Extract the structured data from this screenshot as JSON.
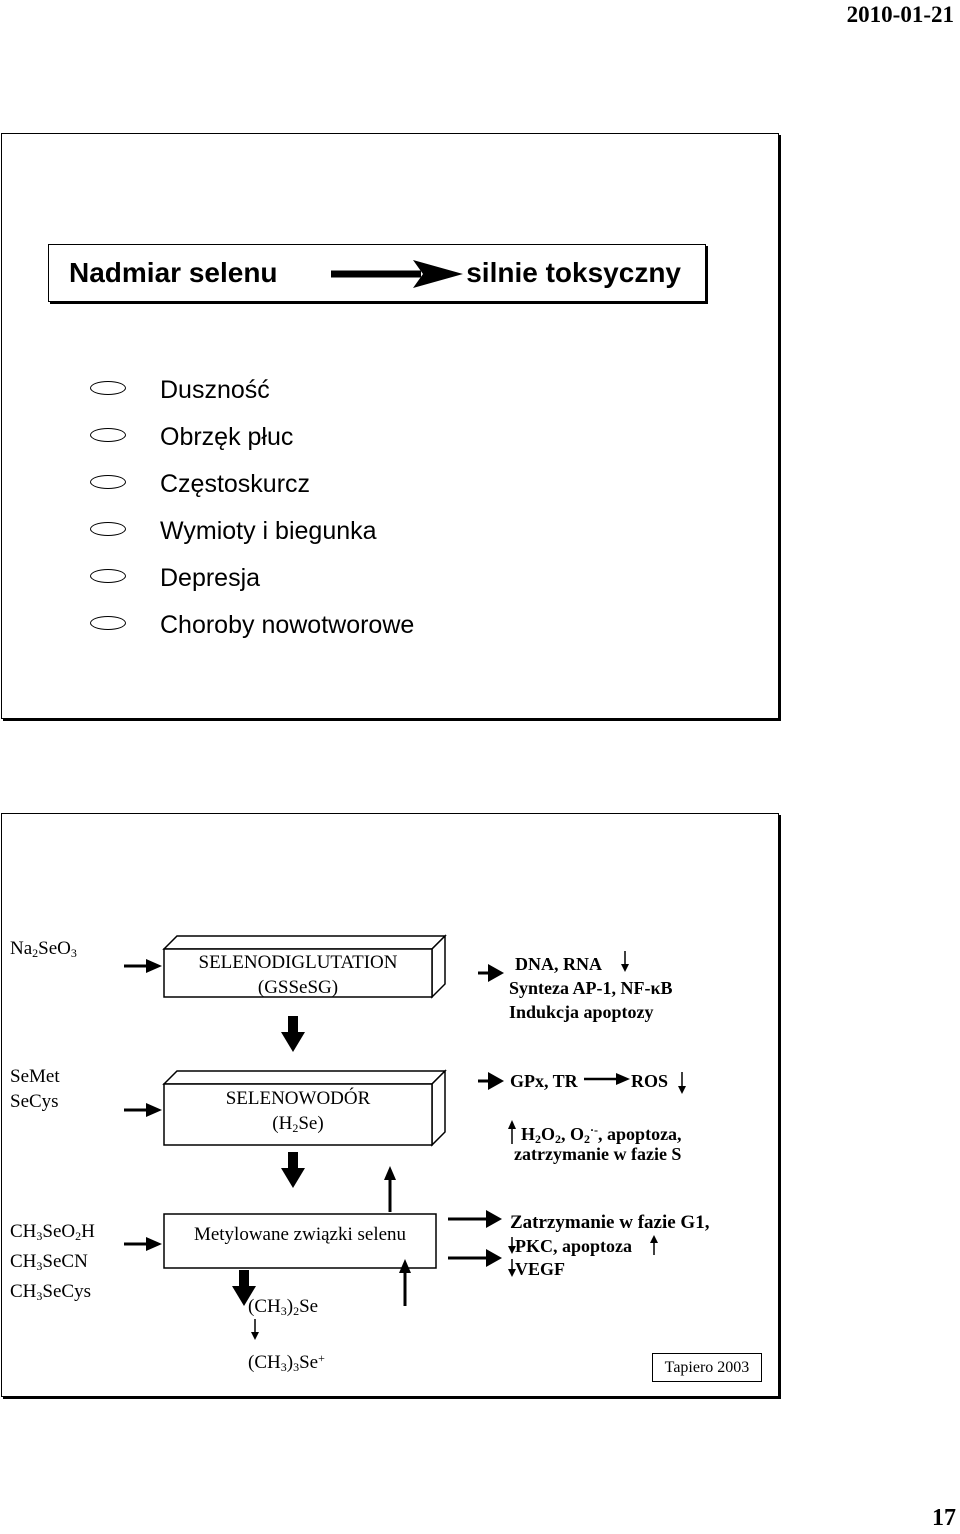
{
  "header": {
    "date": "2010-01-21"
  },
  "footer": {
    "page_number": "17"
  },
  "slide1": {
    "title_left": "Nadmiar selenu",
    "title_right": "silnie toksyczny",
    "symptoms": [
      "Duszność",
      "Obrzęk płuc",
      "Częstoskurcz",
      "Wymioty i biegunka",
      "Depresja",
      "Choroby nowotworowe"
    ]
  },
  "slide2": {
    "compounds": {
      "na2seo3_a": "Na",
      "na2seo3_b": "2",
      "na2seo3_c": "SeO",
      "na2seo3_d": "3",
      "semet": "SeMet",
      "secys": "SeCys",
      "ch3seo2h": [
        "CH",
        "3",
        "SeO",
        "2",
        "H"
      ],
      "ch3secn": [
        "CH",
        "3",
        "SeCN"
      ],
      "ch3secys": [
        "CH",
        "3",
        "SeCys"
      ]
    },
    "boxes": {
      "box1_line1": "SELENODIGLUTATION",
      "box1_line2": "(GSSeSG)",
      "box2_line1": "SELENOWODÓR",
      "box2_line2a": "(H",
      "box2_line2b": "2",
      "box2_line2c": "Se)",
      "box3": "Metylowane związki selenu"
    },
    "methyl": {
      "dimethyl": [
        "(CH",
        "3",
        ")",
        "2",
        "Se"
      ],
      "trimethyl": [
        "(CH",
        "3",
        ")",
        "3",
        "Se",
        "+"
      ]
    },
    "effects": {
      "e1_line1": "DNA, RNA",
      "e1_line2": "Synteza AP-1, NF-κB",
      "e1_line3": "Indukcja apoptozy",
      "e2_gpx": "GPx, TR",
      "e2_ros": "ROS",
      "e2_line2": [
        "H",
        "2",
        "O",
        "2",
        ", O",
        "2",
        "·-",
        ", apoptoza,"
      ],
      "e2_line3": "zatrzymanie w fazie S",
      "e3_line1": "Zatrzymanie w fazie G1,",
      "e3_line2": "PKC, apoptoza",
      "e3_line3": "VEGF"
    },
    "citation": "Tapiero 2003"
  }
}
